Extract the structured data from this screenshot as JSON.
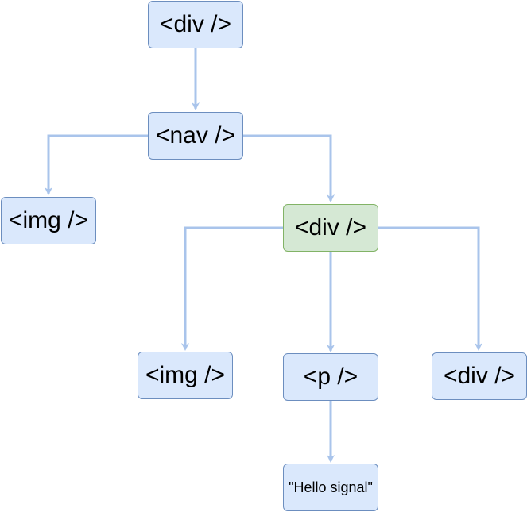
{
  "colors": {
    "node_fill": "#dae8fc",
    "node_stroke": "#6c8ebf",
    "highlight_fill": "#d5e8d4",
    "highlight_stroke": "#82b366",
    "edge": "#a9c4eb"
  },
  "nodes": {
    "root_div": "<div />",
    "nav": "<nav />",
    "nav_img": "<img />",
    "inner_div": "<div />",
    "inner_img": "<img />",
    "p": "<p />",
    "leaf_div": "<div />",
    "text": "\"Hello signal\""
  }
}
